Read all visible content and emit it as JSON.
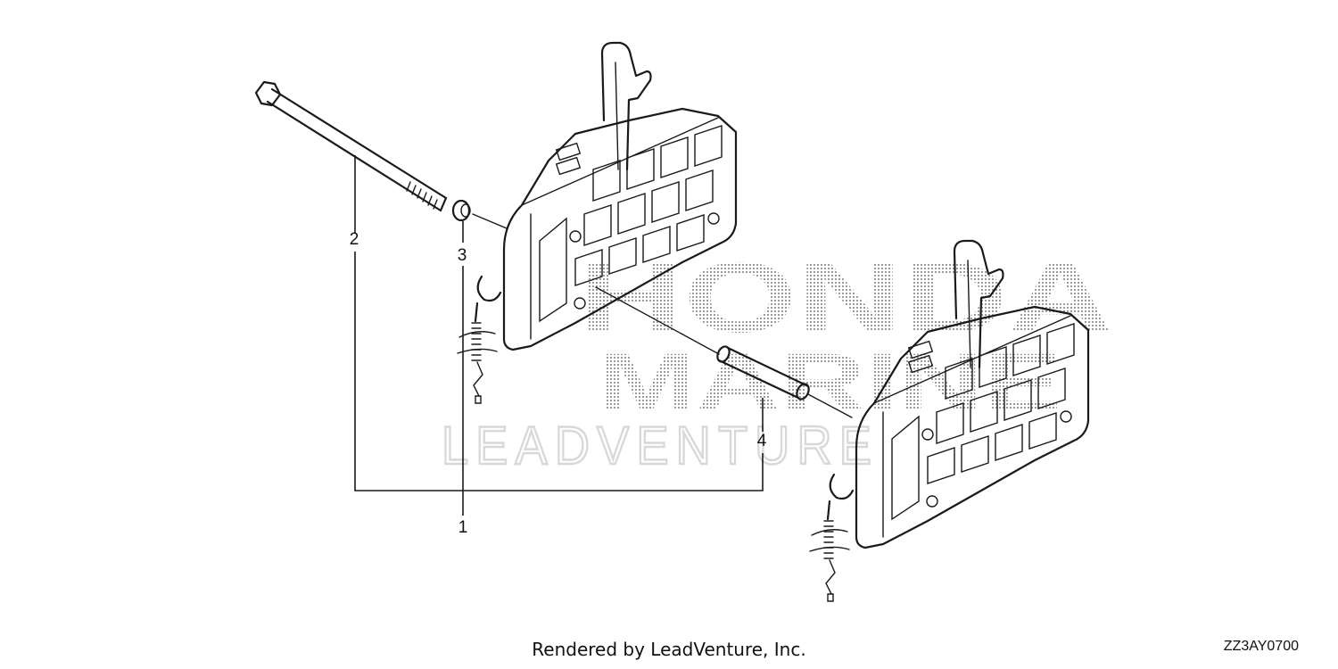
{
  "watermark": {
    "brand_line1": "HONDA",
    "brand_line2": "MARINE",
    "brand_line3": "LEADVENTURE"
  },
  "callouts": [
    "1",
    "2",
    "3",
    "4"
  ],
  "footer": {
    "credit": "Rendered by LeadVenture, Inc.",
    "diagram_code": "ZZ3AY0700"
  }
}
